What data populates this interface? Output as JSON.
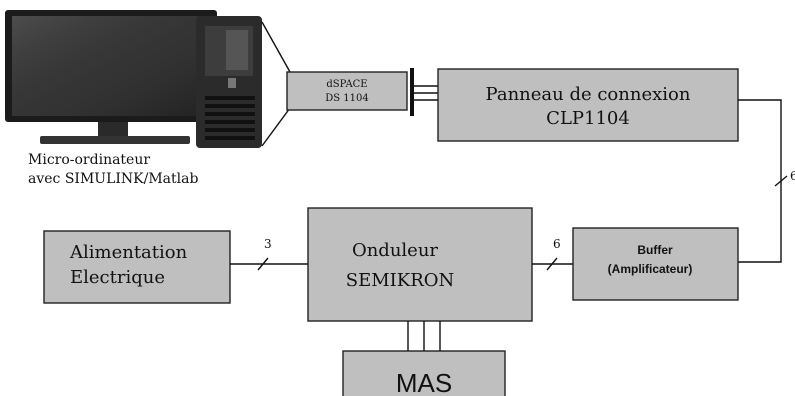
{
  "diagram": {
    "computer_caption_line1": "Micro-ordinateur",
    "computer_caption_line2": "avec SIMULINK/Matlab",
    "dspace_line1": "dSPACE",
    "dspace_line2": "DS 1104",
    "panel_line1": "Panneau de connexion",
    "panel_line2": "CLP1104",
    "alim_line1": "Alimentation",
    "alim_line2": "Electrique",
    "onduleur_line1": "Onduleur",
    "onduleur_line2": "SEMIKRON",
    "buffer_line1": "Buffer",
    "buffer_line2": "(Amplificateur)",
    "mas_label": "MAS",
    "label_alim_onduleur": "3",
    "label_onduleur_buffer": "6",
    "label_panel_buffer": "6"
  },
  "colors": {
    "box_fill": "#bfbfbf",
    "line": "#111111",
    "monitor_dark": "#1b1b1b"
  },
  "icons": [
    "monitor-icon",
    "computer-tower-icon"
  ]
}
